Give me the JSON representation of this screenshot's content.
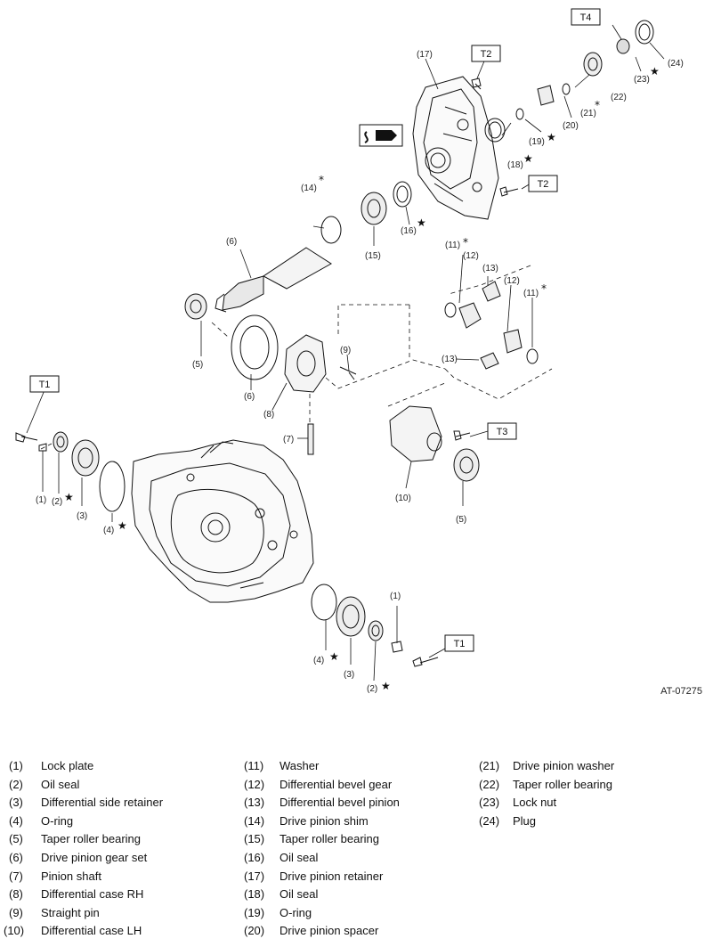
{
  "drawing_id": "AT-07275",
  "torque_labels": [
    "T1",
    "T2",
    "T3",
    "T4"
  ],
  "callouts": {
    "c1": "(1)",
    "c2": "(2)",
    "c3": "(3)",
    "c4": "(4)",
    "c5": "(5)",
    "c6": "(6)",
    "c7": "(7)",
    "c8": "(8)",
    "c9": "(9)",
    "c10": "(10)",
    "c11": "(11)",
    "c12": "(12)",
    "c13": "(13)",
    "c14": "(14)",
    "c15": "(15)",
    "c16": "(16)",
    "c17": "(17)",
    "c18": "(18)",
    "c19": "(19)",
    "c20": "(20)",
    "c21": "(21)",
    "c22": "(22)",
    "c23": "(23)",
    "c24": "(24)"
  },
  "symbols": {
    "star": "★",
    "asterisk": "*"
  },
  "legend": [
    {
      "num": "(1)",
      "label": "Lock plate"
    },
    {
      "num": "(2)",
      "label": "Oil seal"
    },
    {
      "num": "(3)",
      "label": "Differential side retainer"
    },
    {
      "num": "(4)",
      "label": "O-ring"
    },
    {
      "num": "(5)",
      "label": "Taper roller bearing"
    },
    {
      "num": "(6)",
      "label": "Drive pinion gear set"
    },
    {
      "num": "(7)",
      "label": "Pinion shaft"
    },
    {
      "num": "(8)",
      "label": "Differential case RH"
    },
    {
      "num": "(9)",
      "label": "Straight pin"
    },
    {
      "num": "(10)",
      "label": "Differential case LH"
    },
    {
      "num": "(11)",
      "label": "Washer"
    },
    {
      "num": "(12)",
      "label": "Differential bevel gear"
    },
    {
      "num": "(13)",
      "label": "Differential bevel pinion"
    },
    {
      "num": "(14)",
      "label": "Drive pinion shim"
    },
    {
      "num": "(15)",
      "label": "Taper roller bearing"
    },
    {
      "num": "(16)",
      "label": "Oil seal"
    },
    {
      "num": "(17)",
      "label": "Drive pinion retainer"
    },
    {
      "num": "(18)",
      "label": "Oil seal"
    },
    {
      "num": "(19)",
      "label": "O-ring"
    },
    {
      "num": "(20)",
      "label": "Drive pinion spacer"
    },
    {
      "num": "(21)",
      "label": "Drive pinion washer"
    },
    {
      "num": "(22)",
      "label": "Taper roller bearing"
    },
    {
      "num": "(23)",
      "label": "Lock nut"
    },
    {
      "num": "(24)",
      "label": "Plug"
    }
  ]
}
